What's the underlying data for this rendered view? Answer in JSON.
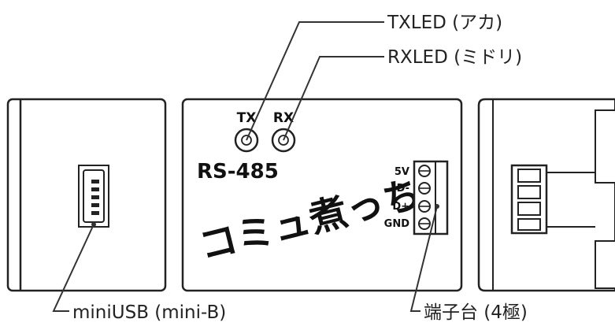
{
  "callouts": {
    "txled": "TXLED (アカ)",
    "rxled": "RXLED (ミドリ)",
    "miniusb": "miniUSB (mini-B)",
    "terminal": "端子台 (4極)"
  },
  "front_panel": {
    "tx_label": "TX",
    "rx_label": "RX",
    "model": "RS-485",
    "handwritten_name": "コミュ煮っち",
    "pins": [
      "5V",
      "D-",
      "D+",
      "GND"
    ]
  }
}
